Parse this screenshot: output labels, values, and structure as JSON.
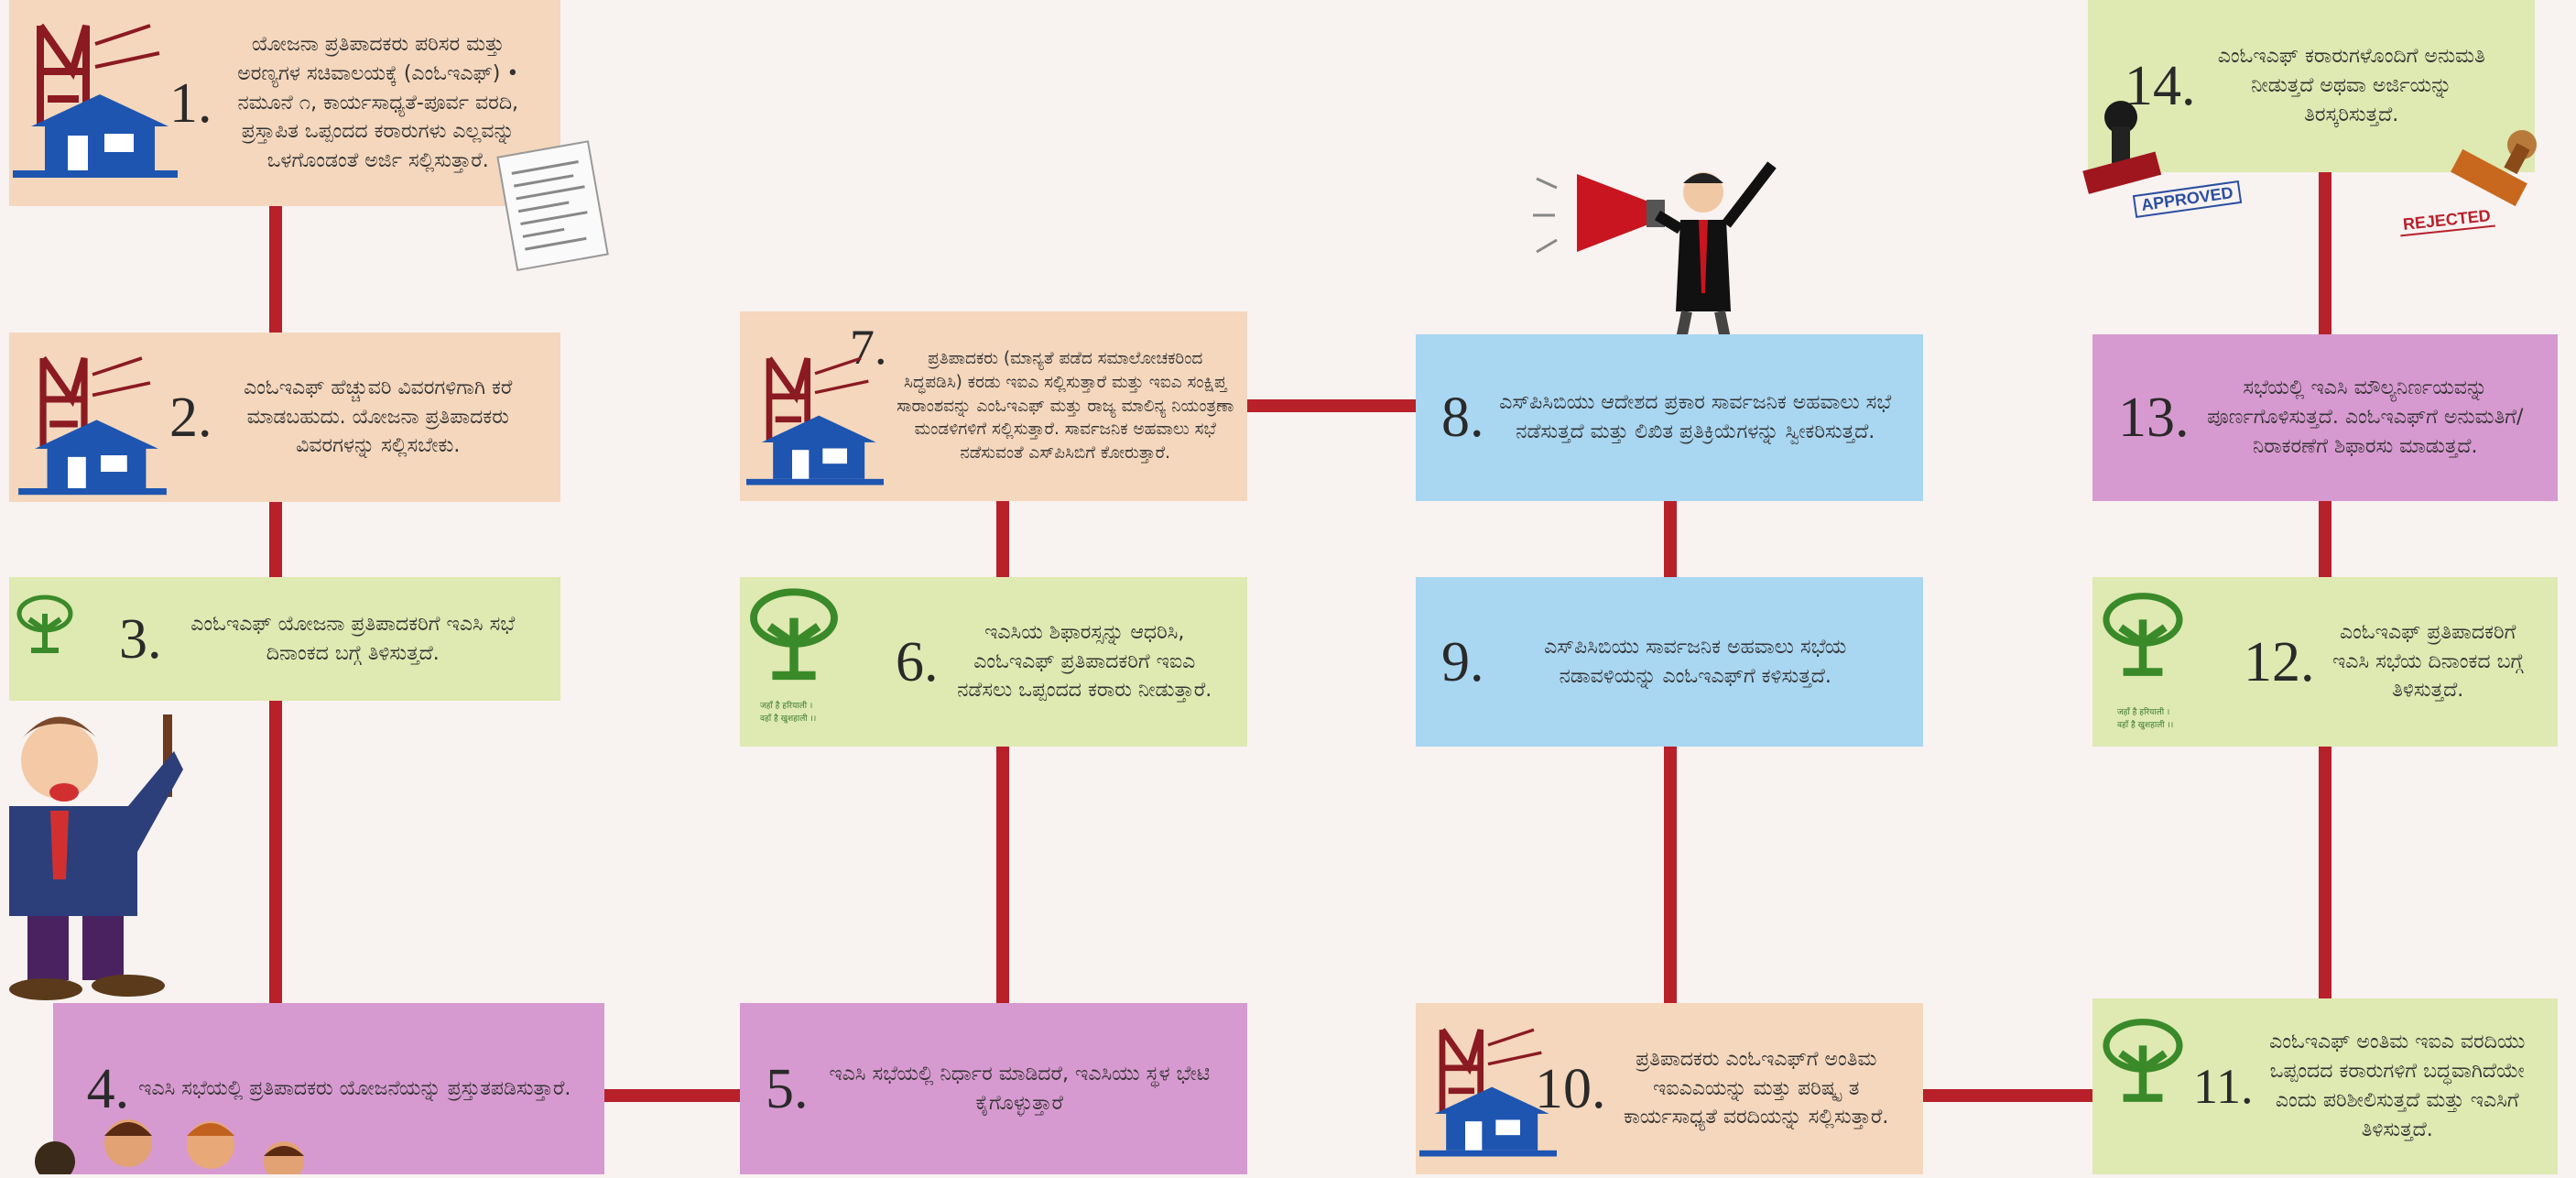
{
  "steps": [
    {
      "num": "1.",
      "text": "ಯೋಜನಾ ಪ್ರತಿಪಾದಕರು ಪರಿಸರ ಮತ್ತು ಅರಣ್ಯಗಳ ಸಚಿವಾಲಯಕ್ಕೆ (ಎಂಓಇಎಫ್) • ನಮೂನೆ ೧, ಕಾರ್ಯಸಾಧ್ಯತೆ-ಪೂರ್ವ ವರದಿ, ಪ್ರಸ್ತಾಪಿತ ಒಪ್ಪಂದದ ಕರಾರುಗಳು ಎಲ್ಲವನ್ನು ಒಳಗೊಂಡಂತೆ ಅರ್ಜಿ ಸಲ್ಲಿಸುತ್ತಾರೆ."
    },
    {
      "num": "2.",
      "text": "ಎಂಓಇಎಫ್ ಹೆಚ್ಚುವರಿ ವಿವರಗಳಿಗಾಗಿ ಕರೆ ಮಾಡಬಹುದು. ಯೋಜನಾ ಪ್ರತಿಪಾದಕರು ವಿವರಗಳನ್ನು ಸಲ್ಲಿಸಬೇಕು."
    },
    {
      "num": "3.",
      "text": "ಎಂಓಇಎಫ್ ಯೋಜನಾ ಪ್ರತಿಪಾದಕರಿಗೆ ಇಎಸಿ ಸಭೆ ದಿನಾಂಕದ ಬಗ್ಗೆ ತಿಳಿಸುತ್ತದೆ."
    },
    {
      "num": "4.",
      "text": "ಇಎಸಿ ಸಭೆಯಲ್ಲಿ ಪ್ರತಿಪಾದಕರು ಯೋಜನೆಯನ್ನು ಪ್ರಸ್ತುತಪಡಿಸುತ್ತಾರೆ."
    },
    {
      "num": "5.",
      "text": "ಇಎಸಿ ಸಭೆಯಲ್ಲಿ ನಿರ್ಧಾರ ಮಾಡಿದರೆ, ಇಎಸಿಯು ಸ್ಥಳ ಭೇಟಿ ಕೈಗೊಳ್ಳುತ್ತಾರೆ"
    },
    {
      "num": "6.",
      "text": "ಇಎಸಿಯ ಶಿಫಾರಸ್ಸನ್ನು ಆಧರಿಸಿ, ಎಂಓಇಎಫ್ ಪ್ರತಿಪಾದಕರಿಗೆ ಇಐಎ ನಡೆಸಲು ಒಪ್ಪಂದದ ಕರಾರು ನೀಡುತ್ತಾರೆ."
    },
    {
      "num": "7.",
      "text": "ಪ್ರತಿಪಾದಕರು (ಮಾನ್ಯತೆ ಪಡೆದ ಸಮಾಲೋಚಕರಿಂದ ಸಿದ್ಧಪಡಿಸಿ) ಕರಡು ಇಐಎ ಸಲ್ಲಿಸುತ್ತಾರೆ ಮತ್ತು ಇಐಎ ಸಂಕ್ಷಿಪ್ತ ಸಾರಾಂಶವನ್ನು ಎಂಓಇಎಫ್ ಮತ್ತು ರಾಜ್ಯ ಮಾಲಿನ್ಯ ನಿಯಂತ್ರಣಾ ಮಂಡಳಿಗಳಿಗೆ ಸಲ್ಲಿಸುತ್ತಾರೆ. ಸಾರ್ವಜನಿಕ ಅಹವಾಲು ಸಭೆ ನಡೆಸುವಂತೆ ಎಸ್‌ಪಿಸಿಬಿಗೆ ಕೋರುತ್ತಾರೆ."
    },
    {
      "num": "8.",
      "text": "ಎಸ್‌ಪಿಸಿಬಿಯು ಆದೇಶದ ಪ್ರಕಾರ ಸಾರ್ವಜನಿಕ ಅಹವಾಲು ಸಭೆ ನಡೆಸುತ್ತದೆ ಮತ್ತು ಲಿಖಿತ ಪ್ರತಿಕ್ರಿಯೆಗಳನ್ನು ಸ್ವೀಕರಿಸುತ್ತದೆ."
    },
    {
      "num": "9.",
      "text": "ಎಸ್‌ಪಿಸಿಬಿಯು ಸಾರ್ವಜನಿಕ ಅಹವಾಲು ಸಭೆಯ ನಡಾವಳಿಯನ್ನು ಎಂಓಇಎಫ್‌ಗೆ ಕಳಿಸುತ್ತದೆ."
    },
    {
      "num": "10.",
      "text": "ಪ್ರತಿಪಾದಕರು ಎಂಓಇಎಫ್‌ಗೆ ಅಂತಿಮ ಇಐಎಎಯನ್ನು ಮತ್ತು ಪರಿಷ್ಕೃ ತ ಕಾರ್ಯಸಾಧ್ಯತೆ ವರದಿಯನ್ನು ಸಲ್ಲಿಸುತ್ತಾರೆ."
    },
    {
      "num": "11.",
      "text": "ಎಂಓಇಎಫ್ ಅಂತಿಮ ಇಐಎ ವರದಿಯು ಒಪ್ಪಂದದ ಕರಾರುಗಳಿಗೆ ಬದ್ಧವಾಗಿದೆಯೇ ಎಂದು ಪರಿಶೀಲಿಸುತ್ತದೆ ಮತ್ತು ಇಎಸಿಗೆ ತಿಳಿಸುತ್ತದೆ."
    },
    {
      "num": "12.",
      "text": "ಎಂಓಇಎಫ್ ಪ್ರತಿಪಾದಕರಿಗೆ ಇಎಸಿ ಸಭೆಯ ದಿನಾಂಕದ ಬಗ್ಗೆ ತಿಳಿಸುತ್ತದೆ."
    },
    {
      "num": "13.",
      "text": "ಸಭೆಯಲ್ಲಿ ಇಎಸಿ ಮೌಲ್ಯನಿರ್ಣಯವನ್ನು ಪೂರ್ಣಗೊಳಿಸುತ್ತದೆ. ಎಂಓಇಎಫ್‌ಗೆ ಅನುಮತಿಗೆ/ನಿರಾಕರಣೆಗೆ ಶಿಫಾರಸು ಮಾಡುತ್ತದೆ."
    },
    {
      "num": "14.",
      "text": "ಎಂಓಇಎಫ್ ಕರಾರುಗಳೊಂದಿಗೆ ಅನುಮತಿ ನೀಡುತ್ತದೆ ಅಥವಾ ಅರ್ಜಿಯನ್ನು ತಿರಸ್ಕರಿಸುತ್ತದೆ."
    }
  ],
  "stamps": {
    "approved": "APPROVED",
    "rejected": "REJECTED"
  },
  "tree_logo_caption": [
    "जहाँ है हरियाली ।",
    "वहाँ है खुशहाली ।।"
  ],
  "colors": {
    "connector": "#b8202a",
    "peach": "#f4d7bd",
    "green": "#dfe9b2",
    "pink": "#d79ad0",
    "blue": "#a9d6f1"
  }
}
